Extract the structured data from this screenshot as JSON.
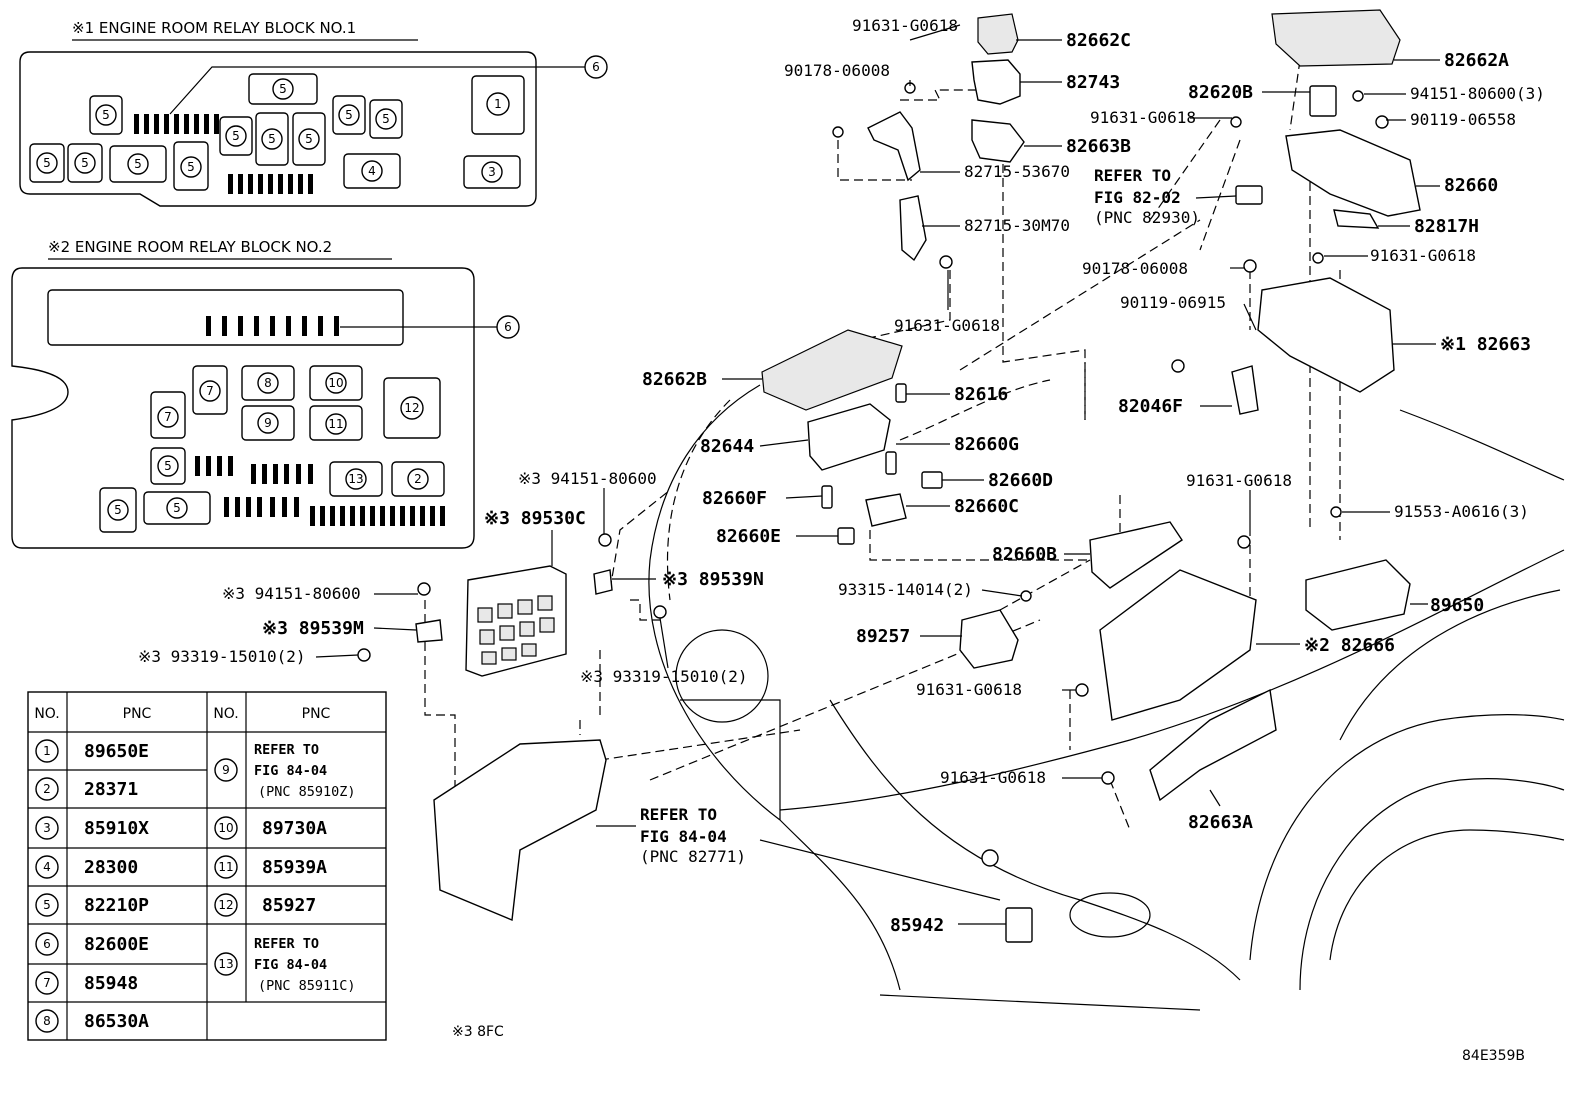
{
  "relay_block_1": {
    "title": "※1 ENGINE ROOM RELAY BLOCK  NO.1",
    "slots": [
      "6",
      "5",
      "1",
      "5",
      "5",
      "5",
      "5",
      "5",
      "5",
      "5",
      "5",
      "5",
      "5",
      "4",
      "3"
    ]
  },
  "relay_block_2": {
    "title": "※2 ENGINE ROOM RELAY BLOCK  NO.2",
    "slots": [
      "6",
      "7",
      "8",
      "10",
      "12",
      "7",
      "9",
      "11",
      "5",
      "13",
      "2",
      "5",
      "5"
    ]
  },
  "callouts": {
    "p82662C": "82662C",
    "p91631_top": "91631-G0618",
    "p90178_top": "90178-06008",
    "p82743": "82743",
    "p82663B": "82663B",
    "p82715_53670": "82715-53670",
    "p82715_30M70": "82715-30M70",
    "p91631_mid": "91631-G0618",
    "p82662A": "82662A",
    "p82620B": "82620B",
    "p94151_3": "94151-80600(3)",
    "p91631_r1": "91631-G0618",
    "p90119_06558": "90119-06558",
    "refer1_a": "REFER TO",
    "refer1_b": "FIG 82-02",
    "refer1_c": "(PNC 82930)",
    "p82660": "82660",
    "p82817H": "82817H",
    "p91631_r2": "91631-G0618",
    "p90178_r": "90178-06008",
    "p90119_06915": "90119-06915",
    "p82663_1": "※1 82663",
    "p82046F": "82046F",
    "p82662B": "82662B",
    "p82616": "82616",
    "p82644": "82644",
    "p82660G": "82660G",
    "p82660D": "82660D",
    "p82660F": "82660F",
    "p82660C": "82660C",
    "p82660E": "82660E",
    "p94151_x3a": "※3 94151-80600",
    "p89530C": "※3 89530C",
    "p89539N": "※3 89539N",
    "p94151_x3b": "※3 94151-80600",
    "p89539M": "※3 89539M",
    "p93319_a": "※3 93319-15010(2)",
    "p93319_b": "※3 93319-15010(2)",
    "p91631_c": "91631-G0618",
    "p91553": "91553-A0616(3)",
    "p82660B": "82660B",
    "p93315": "93315-14014(2)",
    "p89257": "89257",
    "p89650": "89650",
    "p82666": "※2 82666",
    "p91631_d": "91631-G0618",
    "p91631_e": "91631-G0618",
    "p82663A": "82663A",
    "refer2_a": "REFER TO",
    "refer2_b": "FIG 84-04",
    "refer2_c": "(PNC 82771)",
    "p85942": "85942"
  },
  "table": {
    "headers": [
      "NO.",
      "PNC",
      "NO.",
      "PNC"
    ],
    "left": [
      {
        "no": "1",
        "pnc": "89650E"
      },
      {
        "no": "2",
        "pnc": "28371"
      },
      {
        "no": "3",
        "pnc": "85910X"
      },
      {
        "no": "4",
        "pnc": "28300"
      },
      {
        "no": "5",
        "pnc": "82210P"
      },
      {
        "no": "6",
        "pnc": "82600E"
      },
      {
        "no": "7",
        "pnc": "85948"
      },
      {
        "no": "8",
        "pnc": "86530A"
      }
    ],
    "right": [
      {
        "no": "9",
        "l1": "REFER TO",
        "l2": "FIG 84-04",
        "l3": "(PNC 85910Z)"
      },
      {
        "no": "10",
        "pnc": "89730A"
      },
      {
        "no": "11",
        "pnc": "85939A"
      },
      {
        "no": "12",
        "pnc": "85927"
      },
      {
        "no": "13",
        "l1": "REFER TO",
        "l2": "FIG 84-04",
        "l3": "(PNC 85911C)"
      }
    ]
  },
  "footnote": "※3 8FC",
  "figure_id": "84E359B"
}
